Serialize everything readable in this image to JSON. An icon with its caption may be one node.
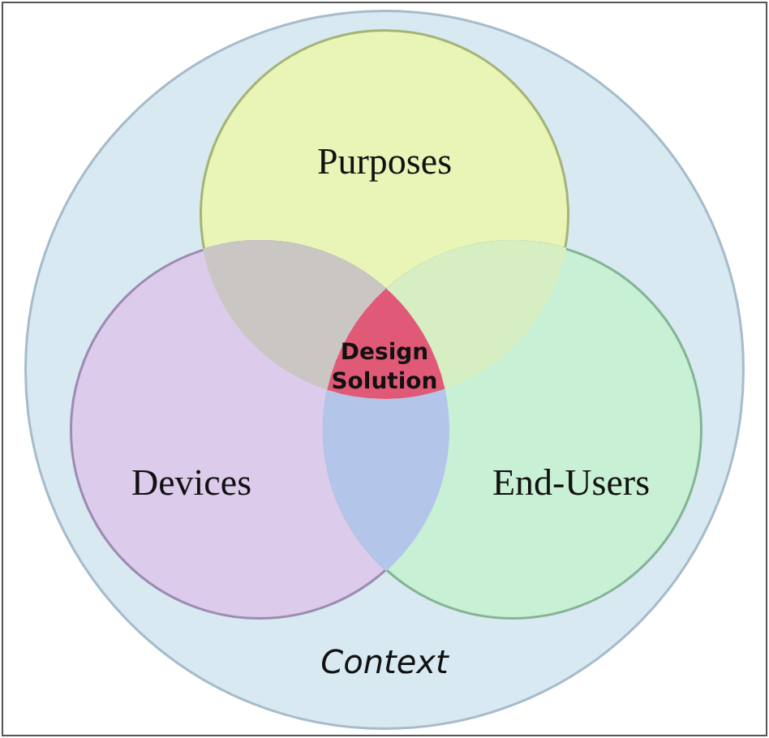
{
  "diagram": {
    "nodes": [
      {
        "text": [
          "Context"
        ]
      },
      {
        "text": [
          "Purposes"
        ],
        "in": 0
      },
      {
        "text": [
          "Devices"
        ],
        "in": 0
      },
      {
        "text": [
          "End-Users"
        ],
        "in": 0
      },
      {
        "text": [
          "Design Solution"
        ]
      }
    ]
  }
}
